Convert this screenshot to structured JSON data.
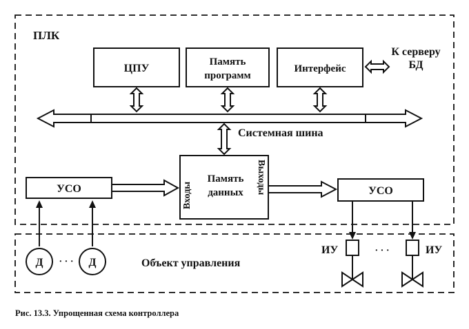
{
  "plc_label": "ПЛК",
  "cpu_label": "ЦПУ",
  "program_memory": [
    "Память",
    "программ"
  ],
  "interface_label": "Интерфейс",
  "server_link": [
    "К серверу",
    "БД"
  ],
  "system_bus_label": "Системная шина",
  "data_memory": [
    "Память",
    "данных"
  ],
  "inputs_label": "Входы",
  "outputs_label": "Выходы",
  "io_left_label": "УСО",
  "io_right_label": "УСО",
  "sensor_label": "Д",
  "dots": "· · ·",
  "object_label": "Объект управления",
  "actuator_label": "ИУ",
  "caption": "Рис. 13.3. Упрощенная схема контроллера"
}
